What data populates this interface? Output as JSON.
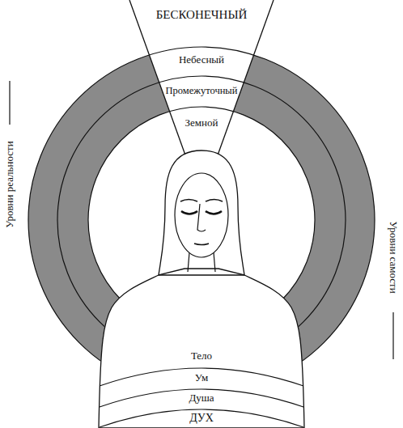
{
  "diagram": {
    "labels": [
      "БЕСКОНЕЧНЫЙ",
      "Небесный",
      "Промежуточный",
      "Земной",
      "Тело",
      "Ум",
      "Душа",
      "ДУХ",
      "Уровни реальности",
      "Уровни самости"
    ]
  }
}
